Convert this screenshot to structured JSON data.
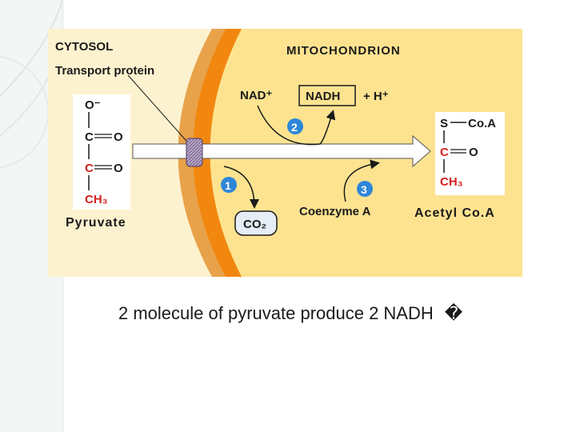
{
  "labels": {
    "cytosol": "CYTOSOL",
    "transport_protein": "Transport protein",
    "mitochondrion": "MITOCHONDRION",
    "nad_plus": "NAD⁺",
    "nadh": "NADH",
    "h_plus": "+ H⁺",
    "step1": "1",
    "step2": "2",
    "step3": "3",
    "co2": "CO₂",
    "coenzyme_a": "Coenzyme A",
    "acetyl_coa": "Acetyl Co.A",
    "pyruvate": "Pyruvate"
  },
  "pyruvate_struct": {
    "o_minus": "O⁻",
    "c1": "C",
    "o1": "O",
    "c2": "C",
    "o2": "O",
    "ch3": "CH₃"
  },
  "acetyl_struct": {
    "s": "S",
    "coa": "Co.A",
    "c": "C",
    "o": "O",
    "ch3": "CH₃"
  },
  "caption": {
    "text": "2 molecule of pyruvate produce   2 NADH",
    "trailing_glyph": "�"
  },
  "colors": {
    "cytosol_bg": "#fdf2cf",
    "membrane_outer": "#e8a24a",
    "membrane_inner": "#f2870f",
    "matrix_bg": "#fde390",
    "carbon_red": "#d6201f",
    "step_badge": "#2e86d8"
  }
}
